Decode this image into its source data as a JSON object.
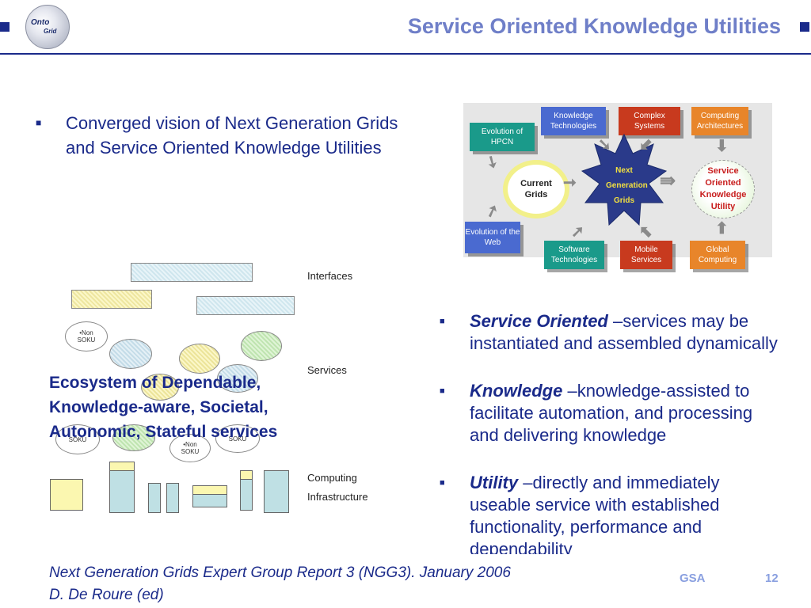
{
  "header": {
    "title": "Service Oriented Knowledge Utilities",
    "logo_top": "Onto",
    "logo_bottom": "Grid"
  },
  "left_bullet": {
    "text": "Converged vision of Next Generation Grids and Service Oriented Knowledge Utilities"
  },
  "diagram": {
    "evolution_hpcn": "Evolution of HPCN",
    "evolution_web": "Evolution of the Web",
    "current_grids": "Current Grids",
    "next_gen": "Next Generation Grids",
    "soku": "Service Oriented Knowledge Utility",
    "knowledge_tech": "Knowledge Technologies",
    "complex_systems": "Complex Systems",
    "computing_arch": "Computing Architectures",
    "software_tech": "Software Technologies",
    "mobile_services": "Mobile Services",
    "global_computing": "Global Computing"
  },
  "ecosystem": {
    "labels": {
      "interfaces": "Interfaces",
      "services": "Services",
      "computing": "Computing",
      "infrastructure": "Infrastructure"
    },
    "non_soku": "•Non SOKU",
    "soku": "SOKU",
    "caption": "Ecosystem of Dependable, Knowledge-aware, Societal, Autonomic, Stateful services"
  },
  "right_bullets": [
    {
      "term": "Service Oriented",
      "text": " –services may be instantiated and assembled dynamically"
    },
    {
      "term": "Knowledge",
      "text": " –knowledge-assisted to facilitate automation, and processing and delivering knowledge"
    },
    {
      "term": "Utility",
      "text": " –directly and immediately useable service with established functionality, performance and dependability"
    }
  ],
  "footer": {
    "line1": "Next Generation Grids Expert Group Report 3 (NGG3). January 2006",
    "line2": "D. De Roure (ed)",
    "org": "GSA",
    "page": "12"
  },
  "colors": {
    "title": "#6f7fc8",
    "text": "#1a2a8a",
    "teal": "#1a9a8a",
    "blue": "#4a6ad0",
    "red": "#c83a1e",
    "orange": "#e8852a"
  }
}
